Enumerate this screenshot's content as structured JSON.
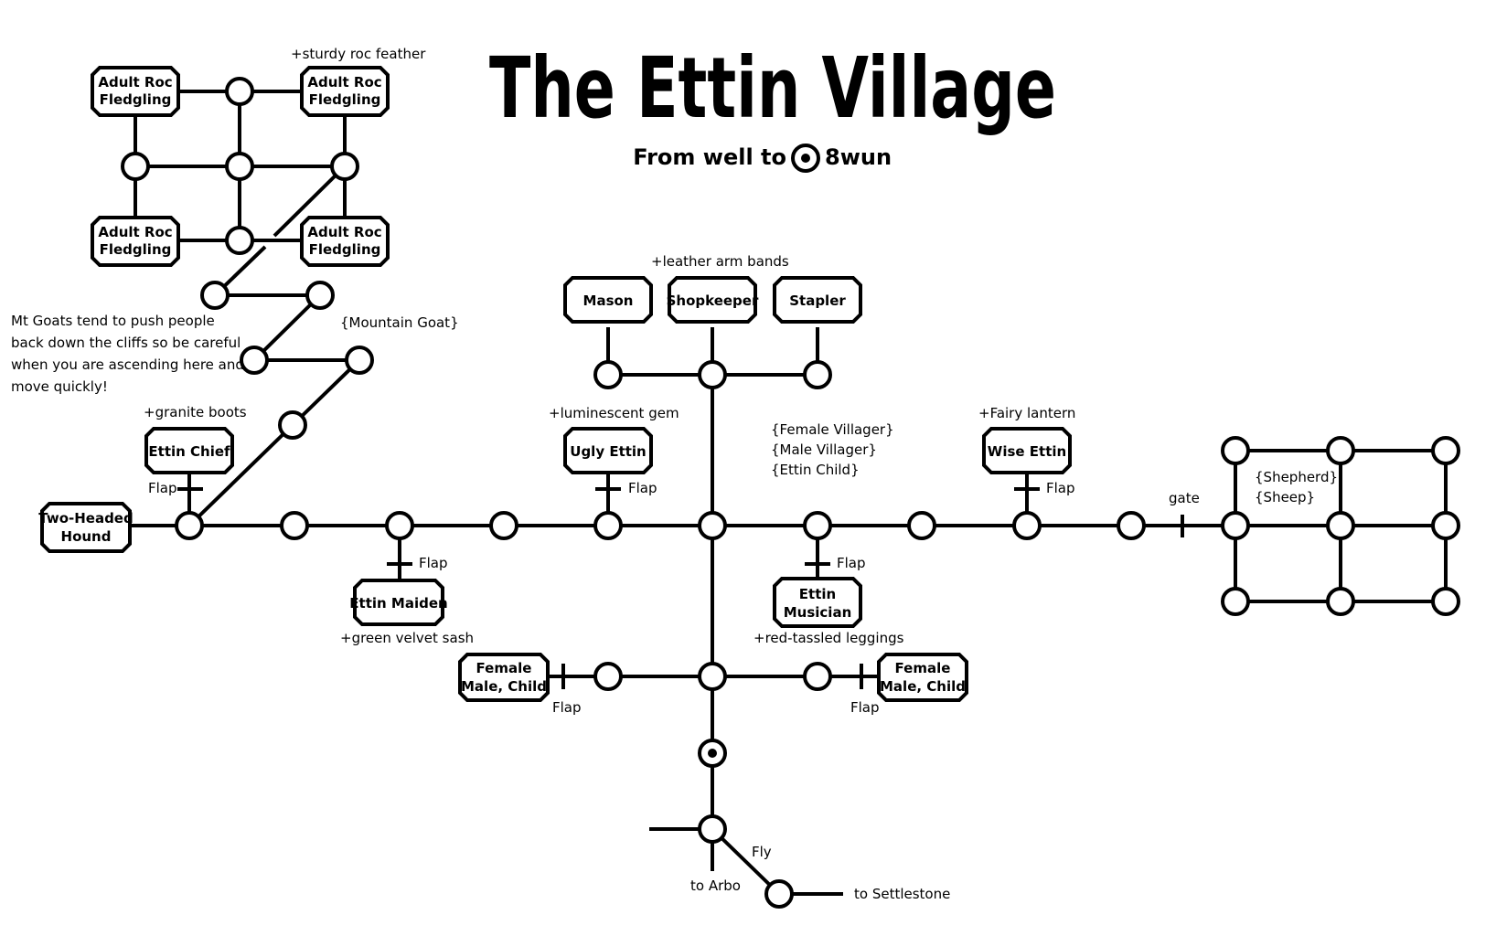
{
  "title": "The Ettin Village",
  "subtitle": {
    "prefix": "From well to",
    "suffix": "8wun"
  },
  "roc_area": {
    "box_top_left": [
      "Adult Roc",
      "Fledgling"
    ],
    "box_top_right": [
      "Adult Roc",
      "Fledgling"
    ],
    "box_bottom_left": [
      "Adult Roc",
      "Fledgling"
    ],
    "box_bottom_right": [
      "Adult Roc",
      "Fledgling"
    ],
    "top_right_item": "+sturdy roc feather"
  },
  "goat_area": {
    "warning": [
      "Mt Goats tend to push people",
      "back down the cliffs so be careful",
      "when you are ascending here and",
      "move quickly!"
    ],
    "creature": "{Mountain Goat}"
  },
  "npcs": {
    "two_headed_hound": [
      "Two-Headed",
      "Hound"
    ],
    "ettin_chief": {
      "name": "Ettin Chief",
      "item": "+granite boots",
      "flap": "Flap"
    },
    "ettin_maiden": {
      "name": "Ettin Maiden",
      "item": "+green velvet sash",
      "flap": "Flap"
    },
    "ugly_ettin": {
      "name": "Ugly Ettin",
      "item": "+luminescent gem",
      "flap": "Flap"
    },
    "mason": "Mason",
    "shopkeeper": {
      "name": "Shopkeeper",
      "item": "+leather arm bands"
    },
    "stapler": "Stapler",
    "villagers": [
      "{Female Villager}",
      "{Male Villager}",
      "{Ettin Child}"
    ],
    "ettin_musician": {
      "name": [
        "Ettin",
        "Musician"
      ],
      "item": "+red-tassled leggings",
      "flap": "Flap"
    },
    "wise_ettin": {
      "name": "Wise Ettin",
      "item": "+Fairy lantern",
      "flap": "Flap"
    },
    "family_left": {
      "name": [
        "Female",
        "Male, Child"
      ],
      "flap": "Flap"
    },
    "family_right": {
      "name": [
        "Female",
        "Male, Child"
      ],
      "flap": "Flap"
    }
  },
  "pasture": {
    "gate": "gate",
    "creatures": [
      "{Shepherd}",
      "{Sheep}"
    ]
  },
  "exits": {
    "fly": "Fly",
    "arbo": "to Arbo",
    "settlestone": "to Settlestone"
  },
  "colors": {
    "ink": "#000000",
    "paper": "#ffffff"
  }
}
